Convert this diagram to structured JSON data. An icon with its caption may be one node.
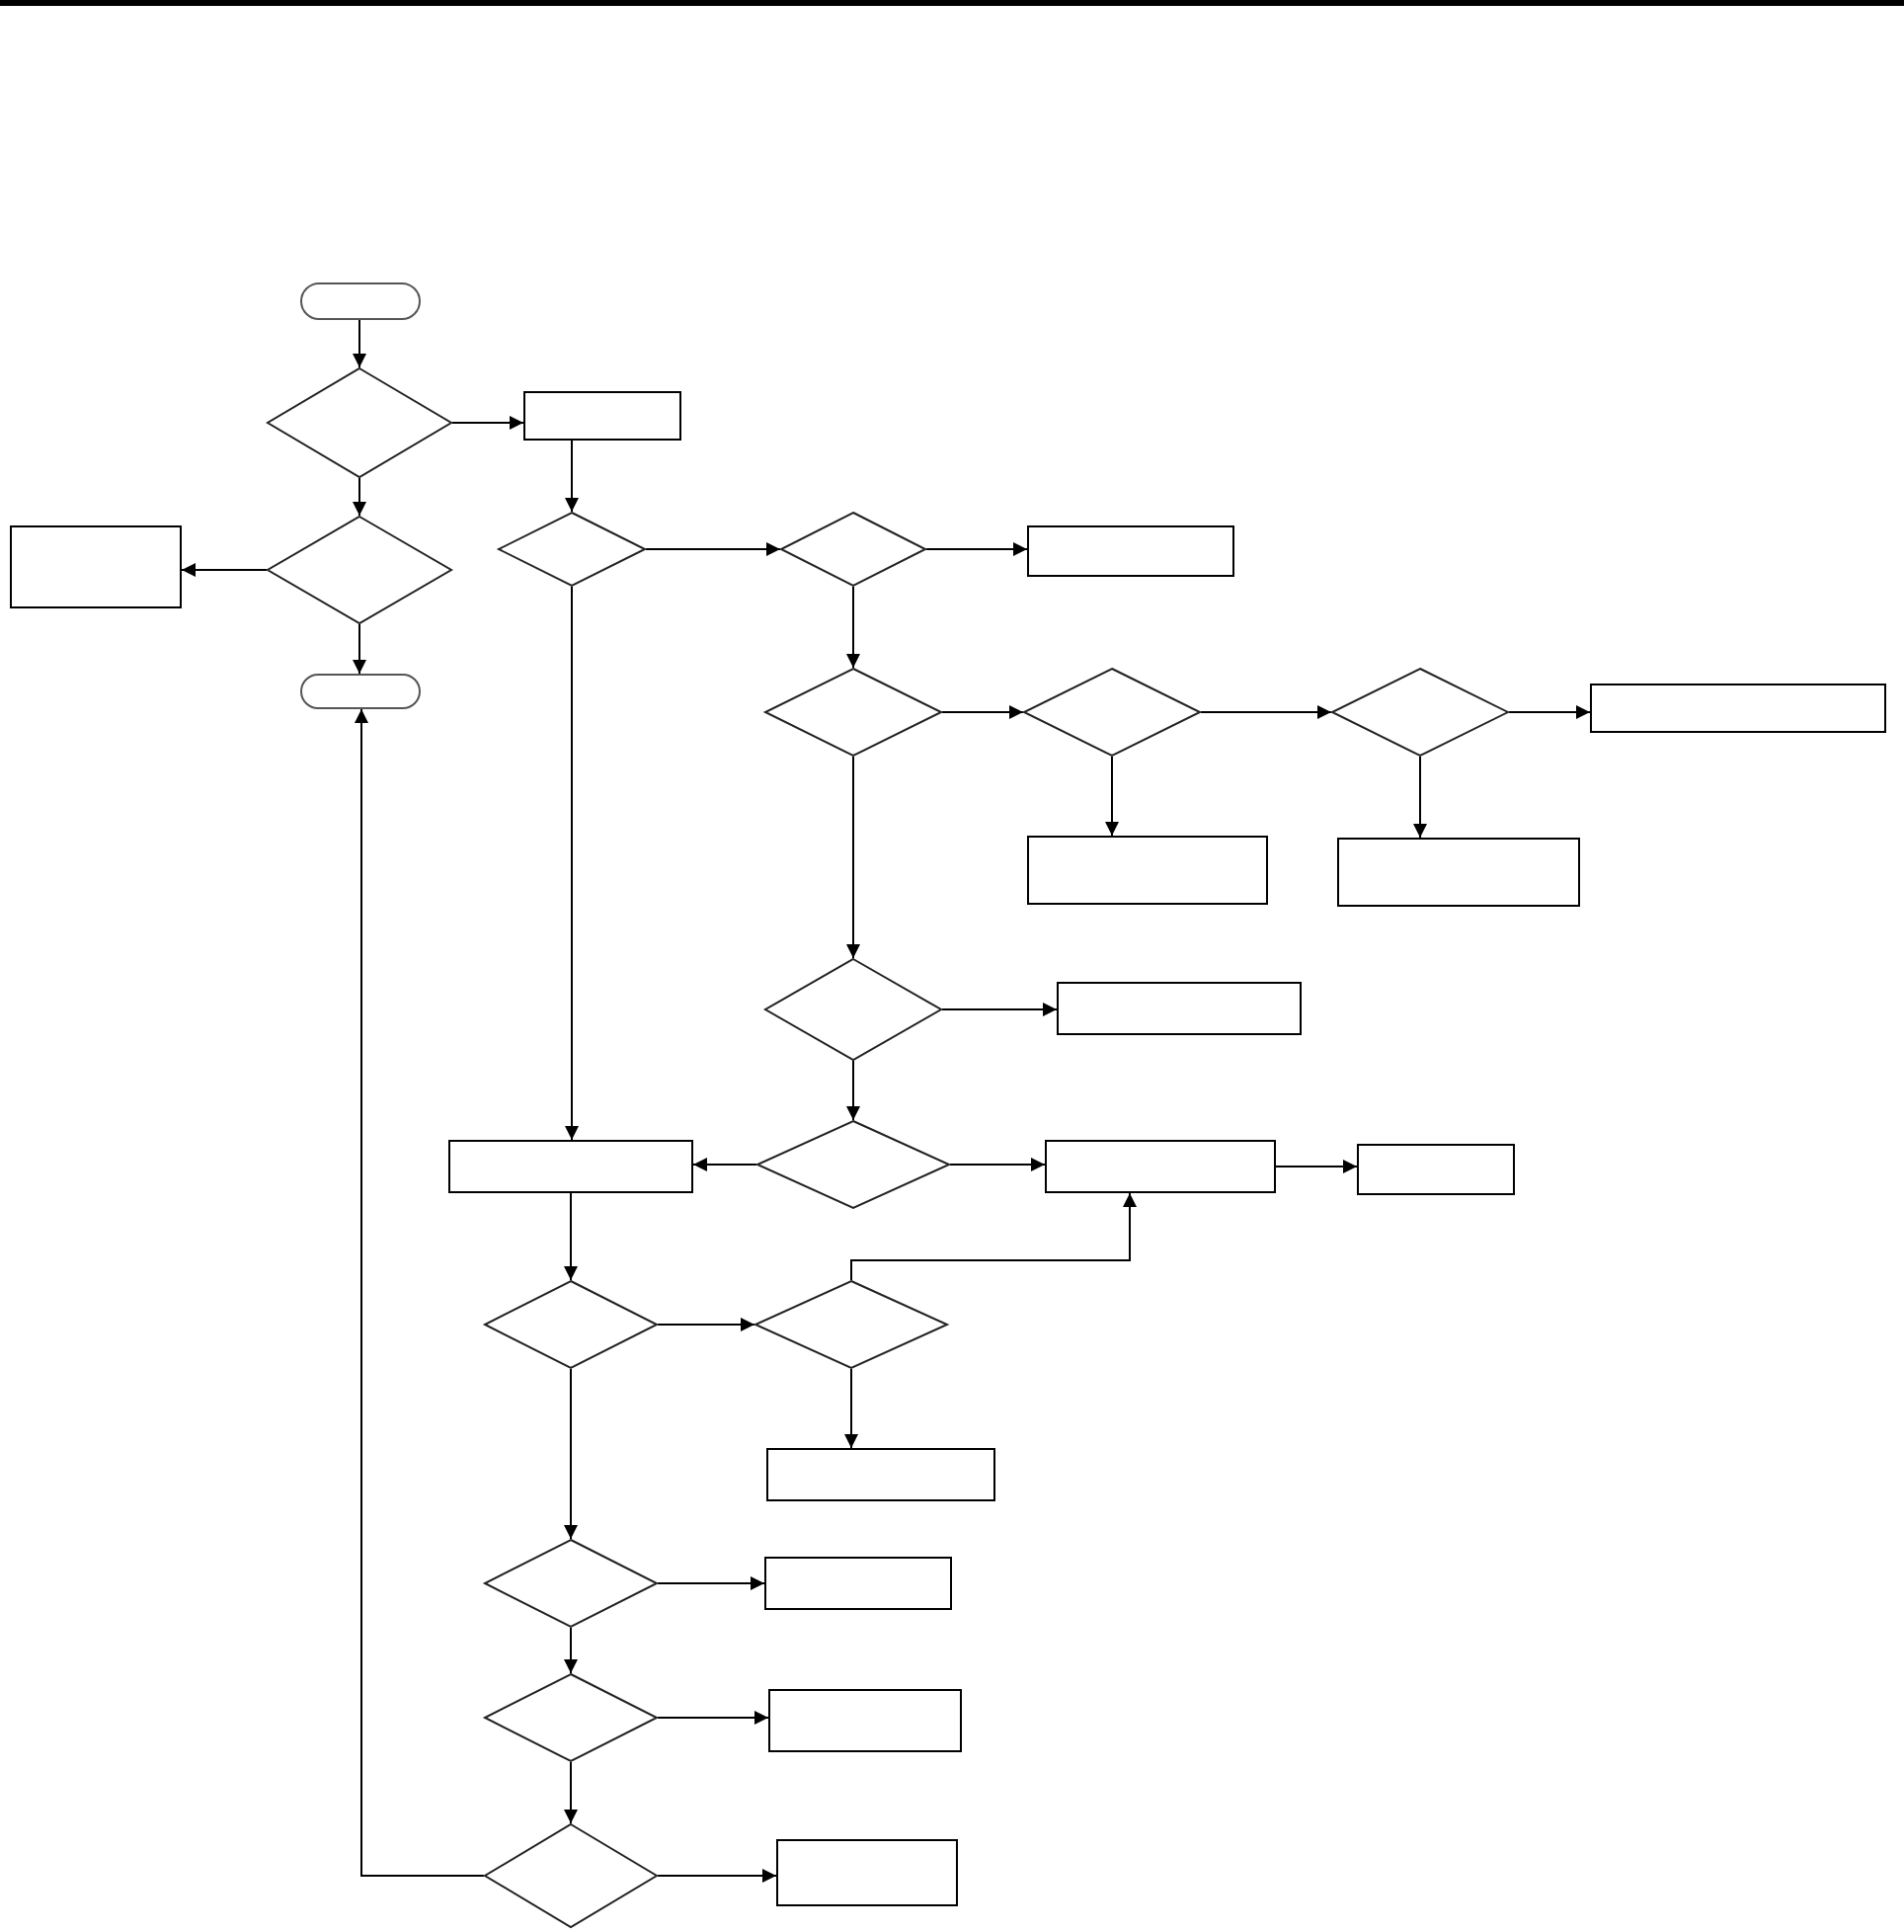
{
  "diagram": {
    "nodes": [
      {
        "text": [],
        "shape": "pill"
      },
      {
        "text": [],
        "shape": "diamond"
      },
      {
        "text": [],
        "shape": "box"
      },
      {
        "text": [],
        "shape": "box"
      },
      {
        "text": [],
        "shape": "diamond"
      },
      {
        "text": [],
        "shape": "diamond"
      },
      {
        "text": [],
        "shape": "diamond"
      },
      {
        "text": [],
        "shape": "box"
      },
      {
        "text": [],
        "shape": "pill"
      },
      {
        "text": [],
        "shape": "diamond"
      },
      {
        "text": [],
        "shape": "diamond"
      },
      {
        "text": [],
        "shape": "diamond"
      },
      {
        "text": [],
        "shape": "box"
      },
      {
        "text": [],
        "shape": "box"
      },
      {
        "text": [],
        "shape": "box"
      },
      {
        "text": [],
        "shape": "diamond"
      },
      {
        "text": [],
        "shape": "box"
      },
      {
        "text": [],
        "shape": "box"
      },
      {
        "text": [],
        "shape": "diamond"
      },
      {
        "text": [],
        "shape": "box"
      },
      {
        "text": [],
        "shape": "box"
      },
      {
        "text": [],
        "shape": "diamond"
      },
      {
        "text": [],
        "shape": "diamond"
      },
      {
        "text": [],
        "shape": "box"
      },
      {
        "text": [],
        "shape": "diamond"
      },
      {
        "text": [],
        "shape": "box"
      },
      {
        "text": [],
        "shape": "diamond"
      },
      {
        "text": [],
        "shape": "box"
      },
      {
        "text": [],
        "shape": "diamond"
      },
      {
        "text": [],
        "shape": "box"
      }
    ],
    "edges": [
      {
        "from": 0,
        "to": 1,
        "arrow": "to"
      },
      {
        "from": 1,
        "to": 2,
        "arrow": "to"
      },
      {
        "from": 1,
        "to": 4,
        "arrow": "to"
      },
      {
        "from": 4,
        "to": 3,
        "arrow": "to"
      },
      {
        "from": 4,
        "to": 8,
        "arrow": "to"
      },
      {
        "from": 2,
        "to": 5,
        "arrow": "to"
      },
      {
        "from": 5,
        "to": 6,
        "arrow": "to"
      },
      {
        "from": 5,
        "to": 17,
        "arrow": "to"
      },
      {
        "from": 6,
        "to": 7,
        "arrow": "to"
      },
      {
        "from": 6,
        "to": 9,
        "arrow": "to"
      },
      {
        "from": 9,
        "to": 10,
        "arrow": "to"
      },
      {
        "from": 10,
        "to": 11,
        "arrow": "to"
      },
      {
        "from": 11,
        "to": 12,
        "arrow": "to"
      },
      {
        "from": 10,
        "to": 13,
        "arrow": "to"
      },
      {
        "from": 11,
        "to": 14,
        "arrow": "to"
      },
      {
        "from": 9,
        "to": 15,
        "arrow": "to"
      },
      {
        "from": 15,
        "to": 16,
        "arrow": "to"
      },
      {
        "from": 15,
        "to": 18,
        "arrow": "to"
      },
      {
        "from": 18,
        "to": 17,
        "arrow": "to"
      },
      {
        "from": 18,
        "to": 19,
        "arrow": "to"
      },
      {
        "from": 19,
        "to": 20,
        "arrow": "to"
      },
      {
        "from": 17,
        "to": 21,
        "arrow": "to"
      },
      {
        "from": 21,
        "to": 22,
        "arrow": "to"
      },
      {
        "from": 22,
        "to": 19,
        "arrow": "to"
      },
      {
        "from": 22,
        "to": 23,
        "arrow": "to"
      },
      {
        "from": 21,
        "to": 24,
        "arrow": "to"
      },
      {
        "from": 24,
        "to": 25,
        "arrow": "to"
      },
      {
        "from": 24,
        "to": 26,
        "arrow": "to"
      },
      {
        "from": 26,
        "to": 27,
        "arrow": "to"
      },
      {
        "from": 26,
        "to": 28,
        "arrow": "to"
      },
      {
        "from": 28,
        "to": 29,
        "arrow": "to"
      },
      {
        "from": 28,
        "to": 8,
        "arrow": "to"
      }
    ]
  }
}
